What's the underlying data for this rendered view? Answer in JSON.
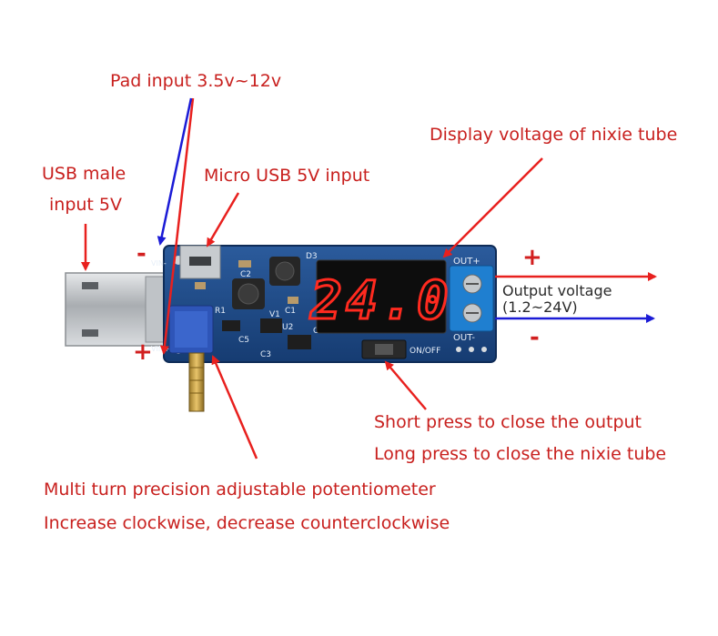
{
  "annotations": {
    "pad_input": "Pad input 3.5v~12v",
    "usb_male_line1": "USB male",
    "usb_male_line2": "input 5V",
    "micro_usb": "Micro USB 5V input",
    "display_voltage": "Display voltage of nixie tube",
    "output_voltage_line1": "Output voltage",
    "output_voltage_line2": "(1.2~24V)",
    "short_press": "Short press to close the output",
    "long_press": "Long press to close the nixie tube",
    "potentiometer_line1": "Multi turn precision adjustable potentiometer",
    "potentiometer_line2": "Increase clockwise, decrease counterclockwise"
  },
  "signs": {
    "pad_minus": "-",
    "pad_plus": "+",
    "out_plus": "+",
    "out_minus": "-"
  },
  "board": {
    "display_reading": "24.0",
    "out_plus_label": "OUT+",
    "out_minus_label": "OUT-",
    "switch_label": "ON/OFF",
    "vin_minus_label": "VIN-",
    "vin_plus_label": "VIN+",
    "silkscreen": [
      "D3",
      "C2",
      "C1",
      "C3",
      "C4",
      "C5",
      "R1",
      "V1",
      "U2"
    ]
  },
  "colors": {
    "annotation_red": "#c8201e",
    "arrow_red": "#e8201e",
    "arrow_blue": "#1b1bd6",
    "pcb_blue": "#1f4a86",
    "segment_red": "#ff2a1f"
  }
}
